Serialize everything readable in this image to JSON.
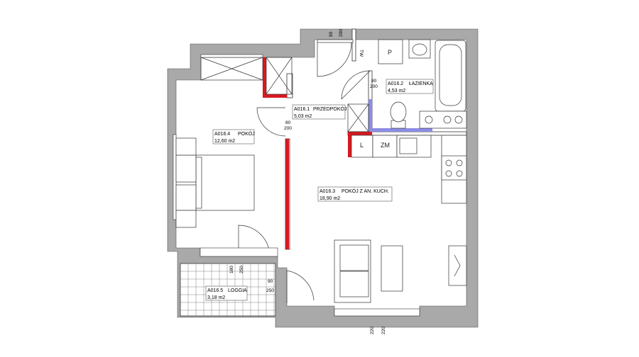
{
  "rooms": [
    {
      "code": "A016.1",
      "name": "PRZEDPOKÓJ",
      "area": "5,03 m2"
    },
    {
      "code": "A016.2",
      "name": "ŁAZIENKA",
      "area": "4,53 m2"
    },
    {
      "code": "A016.3",
      "name": "POKÓJ Z AN. KUCH.",
      "area": "18,90 m2"
    },
    {
      "code": "A016.4",
      "name": "POKÓJ",
      "area": "12,60 m2"
    },
    {
      "code": "A016.5",
      "name": "LOGGIA",
      "area": "3,18 m2"
    }
  ],
  "door_dims": {
    "entry_w": "90",
    "entry_h": "200",
    "bath_w": "80",
    "bath_h": "200",
    "room_w": "80",
    "room_h": "200",
    "loggia_w": "90",
    "loggia_h": "250",
    "window_w": "180",
    "window_h": "250",
    "balcony_w": "220",
    "balcony_h": "220"
  },
  "symbols": {
    "L": "L",
    "ZM": "ZM",
    "P": "P",
    "TW": "TW"
  },
  "colors": {
    "wall": "#a9a9a9",
    "fire_wall": "#d71920",
    "installation": "#8c8ce6"
  }
}
